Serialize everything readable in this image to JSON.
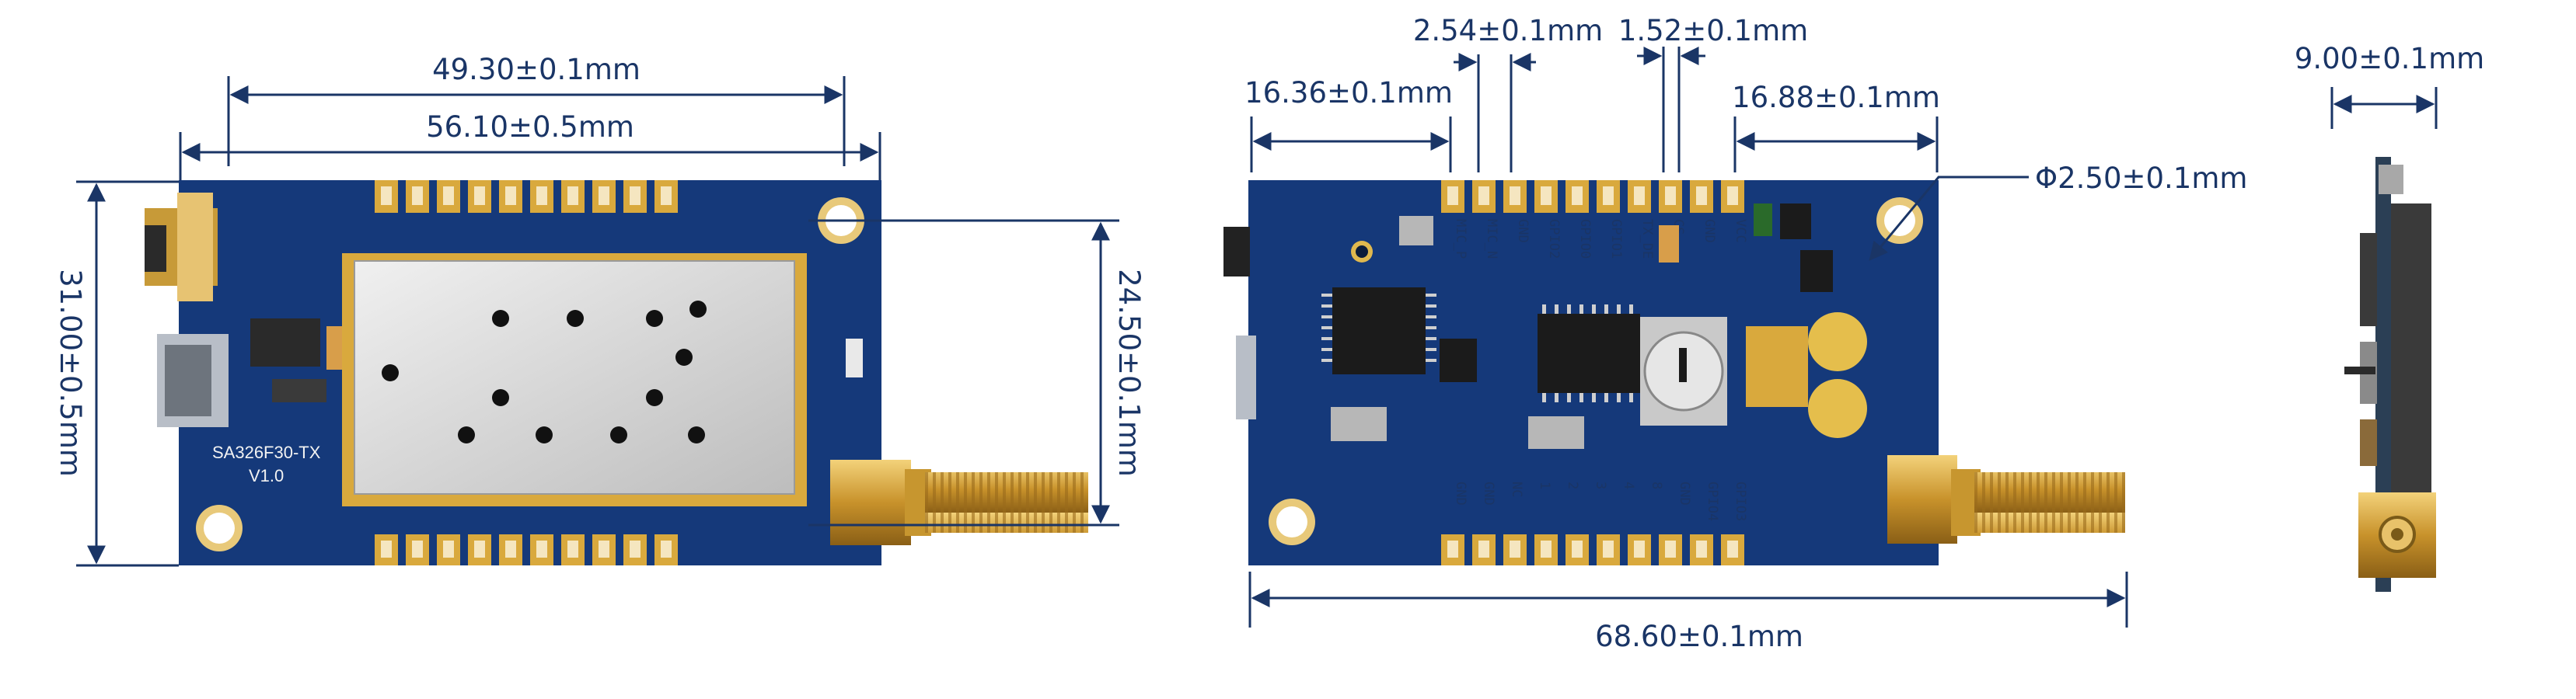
{
  "colors": {
    "pcb": "#15397a",
    "gold": "#d9a93d",
    "dimension": "#1a3566",
    "shield": "#d8d8d8"
  },
  "top_view": {
    "board_label": "SA326F30-TX",
    "version_label": "V1.0",
    "dim_module_width": "49.30±0.1mm",
    "dim_board_width": "56.10±0.5mm",
    "dim_board_height": "31.00±0.5mm",
    "dim_module_height": "24.50±0.1mm"
  },
  "bottom_view": {
    "dim_pitch": "2.54±0.1mm",
    "dim_pad_width": "1.52±0.1mm",
    "dim_left_offset": "16.36±0.1mm",
    "dim_right_offset": "16.88±0.1mm",
    "dim_hole": "Φ2.50±0.1mm",
    "dim_total_length": "68.60±0.1mm",
    "top_pins": [
      "MIC_P",
      "MIC_N",
      "GND",
      "GPIO2",
      "GPIO0",
      "GPIO1",
      "TX_DE",
      "CS",
      "GND",
      "VCC"
    ],
    "bottom_pins": [
      "GND",
      "GND",
      "NC",
      "1",
      "2",
      "3",
      "4",
      "8",
      "GND",
      "GPIO4",
      "GPIO3"
    ]
  },
  "side_view": {
    "dim_thickness": "9.00±0.1mm"
  }
}
